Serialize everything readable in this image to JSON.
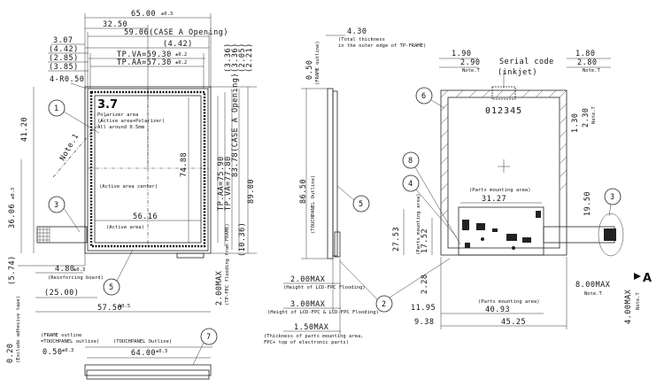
{
  "front_view": {
    "dims": {
      "w65": "65.00",
      "w32": "32.50",
      "w59": "59.06(CASE A Opening)",
      "d307": "3.07",
      "d442a": "(4.42)",
      "d442b": "(4.42)",
      "d285": "(2.85)",
      "d385": "(3.85)",
      "tpva_w": "TP.VA=59.30",
      "tpaa_w": "TP.AA=57.30",
      "r050": "4-R0.50",
      "h4120": "41.20",
      "note1": "Note.1",
      "h3606": "36.06",
      "d574": "(5.74)",
      "w480": "4.80",
      "reinforcing": "(Reinforcing board)",
      "w2500": "(25.00)",
      "w5750": "57.50",
      "d336a": "(3.36)",
      "d336b": "(3.36)",
      "d205": "(2.05)",
      "d221": "(2.21)",
      "h7488": "74.88",
      "tpaa_h": "TP.AA=75.90",
      "tpva_h": "TP.VA=77.80",
      "d1036": "(10.36)",
      "h8378": "83.78(CASE A Opening)",
      "h8900": "89.00",
      "w5616": "56.16",
      "active_area": "(Active area)",
      "active_center": "(Active area center)",
      "polarizer_title": "3.7",
      "polarizer1": "Polarizer area",
      "polarizer2": "(Active area+Polarizer)",
      "polarizer3": "All around 0.5mm",
      "frame_outline1": "(FRAME outline",
      "frame_outline2": "=TOUCHPANEL outline)",
      "w050b": "0.50",
      "tp_outline": "(TOUCHPANEL Outline)",
      "w6400": "64.00",
      "h020": "0.20",
      "h020_note": "(Exclude adhesive tape)"
    },
    "tolerances": {
      "pm03": "±0.3",
      "pm02": "±0.2",
      "pm05": "±0.5"
    }
  },
  "side_view": {
    "total_thickness": "4.30",
    "total_thickness_note1": "(Total thickness",
    "total_thickness_note2": "in the outer edge of TP-FRAME)",
    "w050": "0.50",
    "frame_outline": "(FRAME outline)",
    "tp_outline_v": "(TOUCHPANEL Outline)",
    "h8650": "86.50",
    "max200": "2.00MAX",
    "max200_note": "(Height of LCD-FPC Flooding)",
    "max300": "3.00MAX",
    "max300_note": "(Height of LCD-FPC & LCD-FPC Flooding)",
    "max150": "1.50MAX",
    "max150_note1": "(Thickness of parts mounting area,",
    "max150_note2": "FPC+ top of electronic parts)",
    "side_max200": "2.00MAX",
    "side_max200_note": "(TP-FPC flooding from FRAME)"
  },
  "rear_view": {
    "d190a": "1.90",
    "d290a": "2.90",
    "d180": "1.80",
    "d280": "2.80",
    "note_t": "Note.T",
    "serial_label": "Serial code",
    "serial_label2": "(inkjet)",
    "serial_number": "012345",
    "d130": "1.30",
    "d230": "2.30",
    "parts_area": "(Parts mounting area)",
    "w3127": "31.27",
    "h1950": "19.50",
    "h2753": "27.53",
    "h1752": "17.52",
    "d228": "2.28",
    "w1195": "11.95",
    "w4093": "40.93",
    "w938": "9.38",
    "w4525": "45.25",
    "d800": "8.00MAX",
    "d400": "4.00MAX",
    "label_a": "A"
  },
  "callouts": [
    "1",
    "2",
    "3",
    "4",
    "5",
    "6",
    "7",
    "8"
  ]
}
